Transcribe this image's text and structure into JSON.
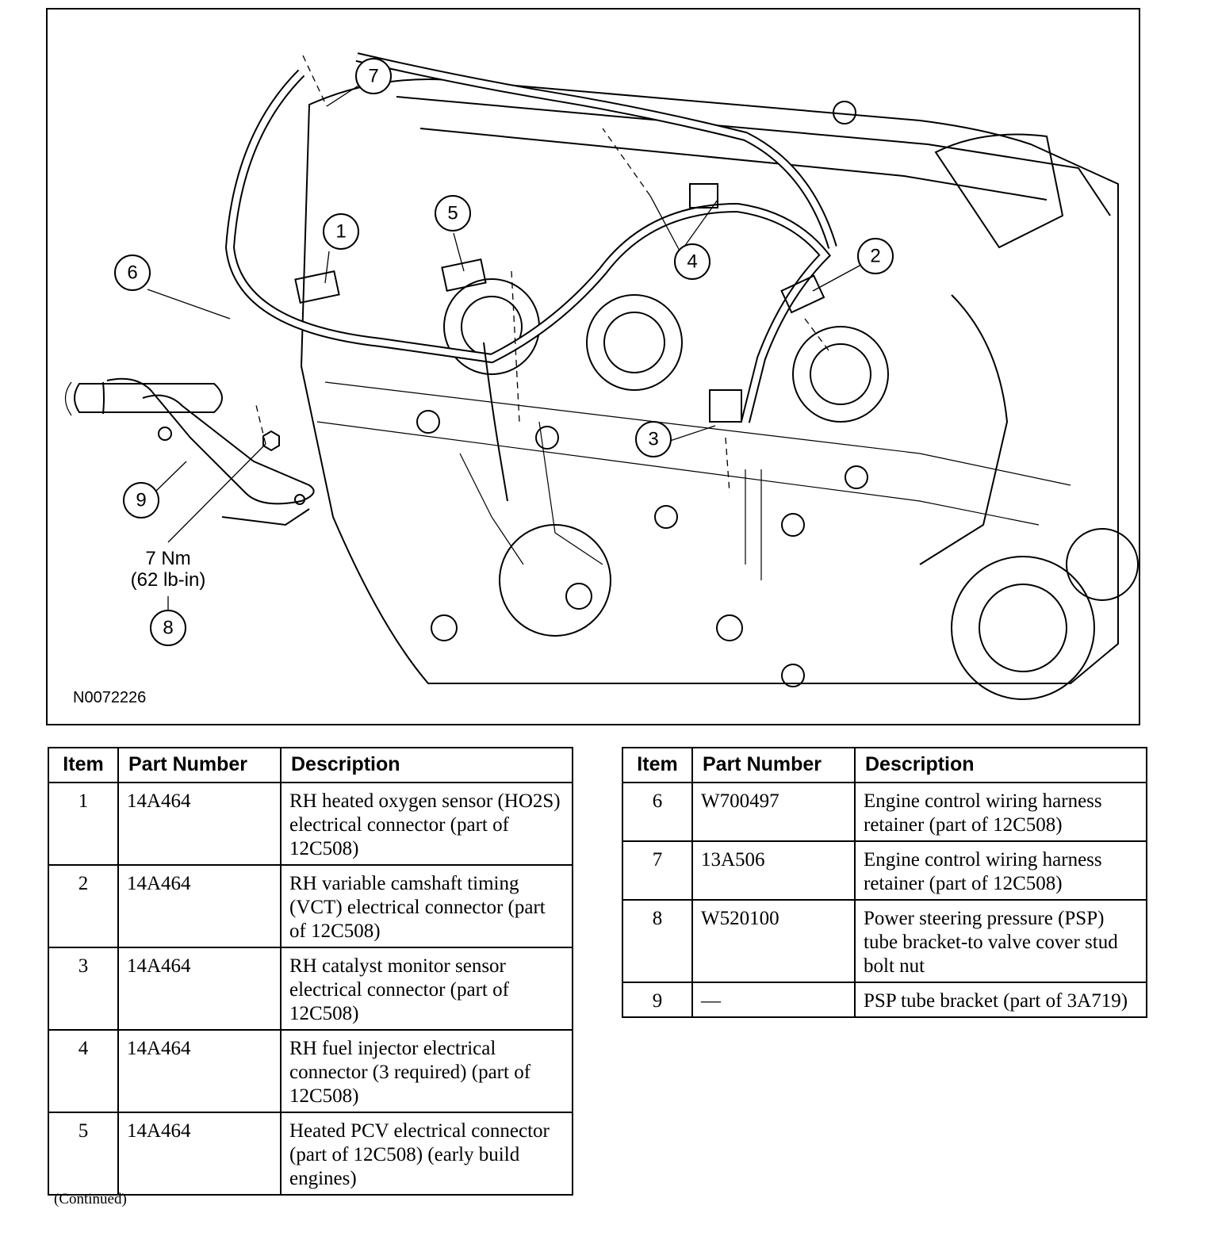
{
  "figure": {
    "figure_id": "N0072226",
    "torque_line1": "7 Nm",
    "torque_line2": "(62 lb-in)",
    "callouts": [
      "1",
      "2",
      "3",
      "4",
      "5",
      "6",
      "7",
      "8",
      "9"
    ]
  },
  "table_headers": {
    "item": "Item",
    "part_number": "Part Number",
    "description": "Description"
  },
  "left_rows": [
    {
      "item": "1",
      "part": "14A464",
      "desc": "RH heated oxygen sensor (HO2S) electrical connector (part of 12C508)"
    },
    {
      "item": "2",
      "part": "14A464",
      "desc": "RH variable camshaft timing (VCT) electrical connector (part of 12C508)"
    },
    {
      "item": "3",
      "part": "14A464",
      "desc": "RH catalyst monitor sensor electrical connector (part of 12C508)"
    },
    {
      "item": "4",
      "part": "14A464",
      "desc": "RH fuel injector electrical connector (3 required) (part of 12C508)"
    },
    {
      "item": "5",
      "part": "14A464",
      "desc": "Heated PCV electrical connector (part of 12C508) (early build engines)"
    }
  ],
  "right_rows": [
    {
      "item": "6",
      "part": "W700497",
      "desc": "Engine control wiring harness retainer (part of 12C508)"
    },
    {
      "item": "7",
      "part": "13A506",
      "desc": "Engine control wiring harness retainer (part of 12C508)"
    },
    {
      "item": "8",
      "part": "W520100",
      "desc": "Power steering pressure (PSP) tube bracket-to valve cover stud bolt nut"
    },
    {
      "item": "9",
      "part": "—",
      "desc": "PSP tube bracket (part of 3A719)"
    }
  ],
  "footer": {
    "continued": "(Continued)"
  }
}
